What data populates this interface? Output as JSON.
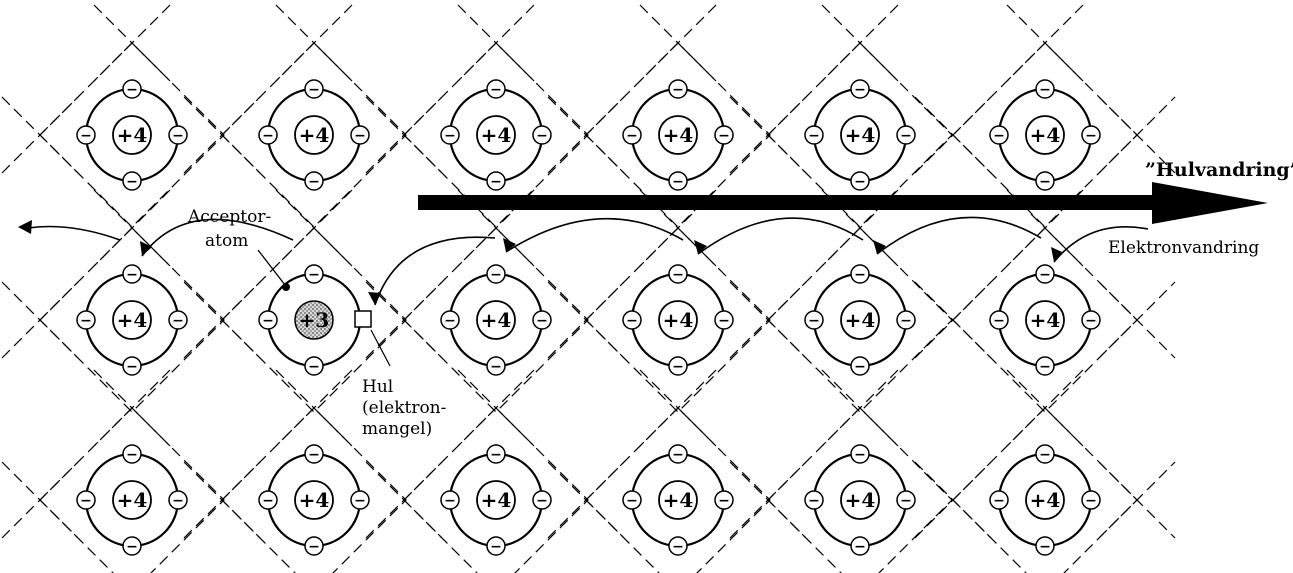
{
  "lattice": {
    "nucleus_label": "+4",
    "electron_label": "−",
    "acceptor_label": "+3"
  },
  "labels": {
    "acceptor_line1": "Acceptor-",
    "acceptor_line2": "atom",
    "hole_line1": "Hul",
    "hole_line2": "(elektron-",
    "hole_line3": "mangel)",
    "hole_migration": "”Hulvandring”",
    "electron_migration": "Elektronvandring"
  }
}
